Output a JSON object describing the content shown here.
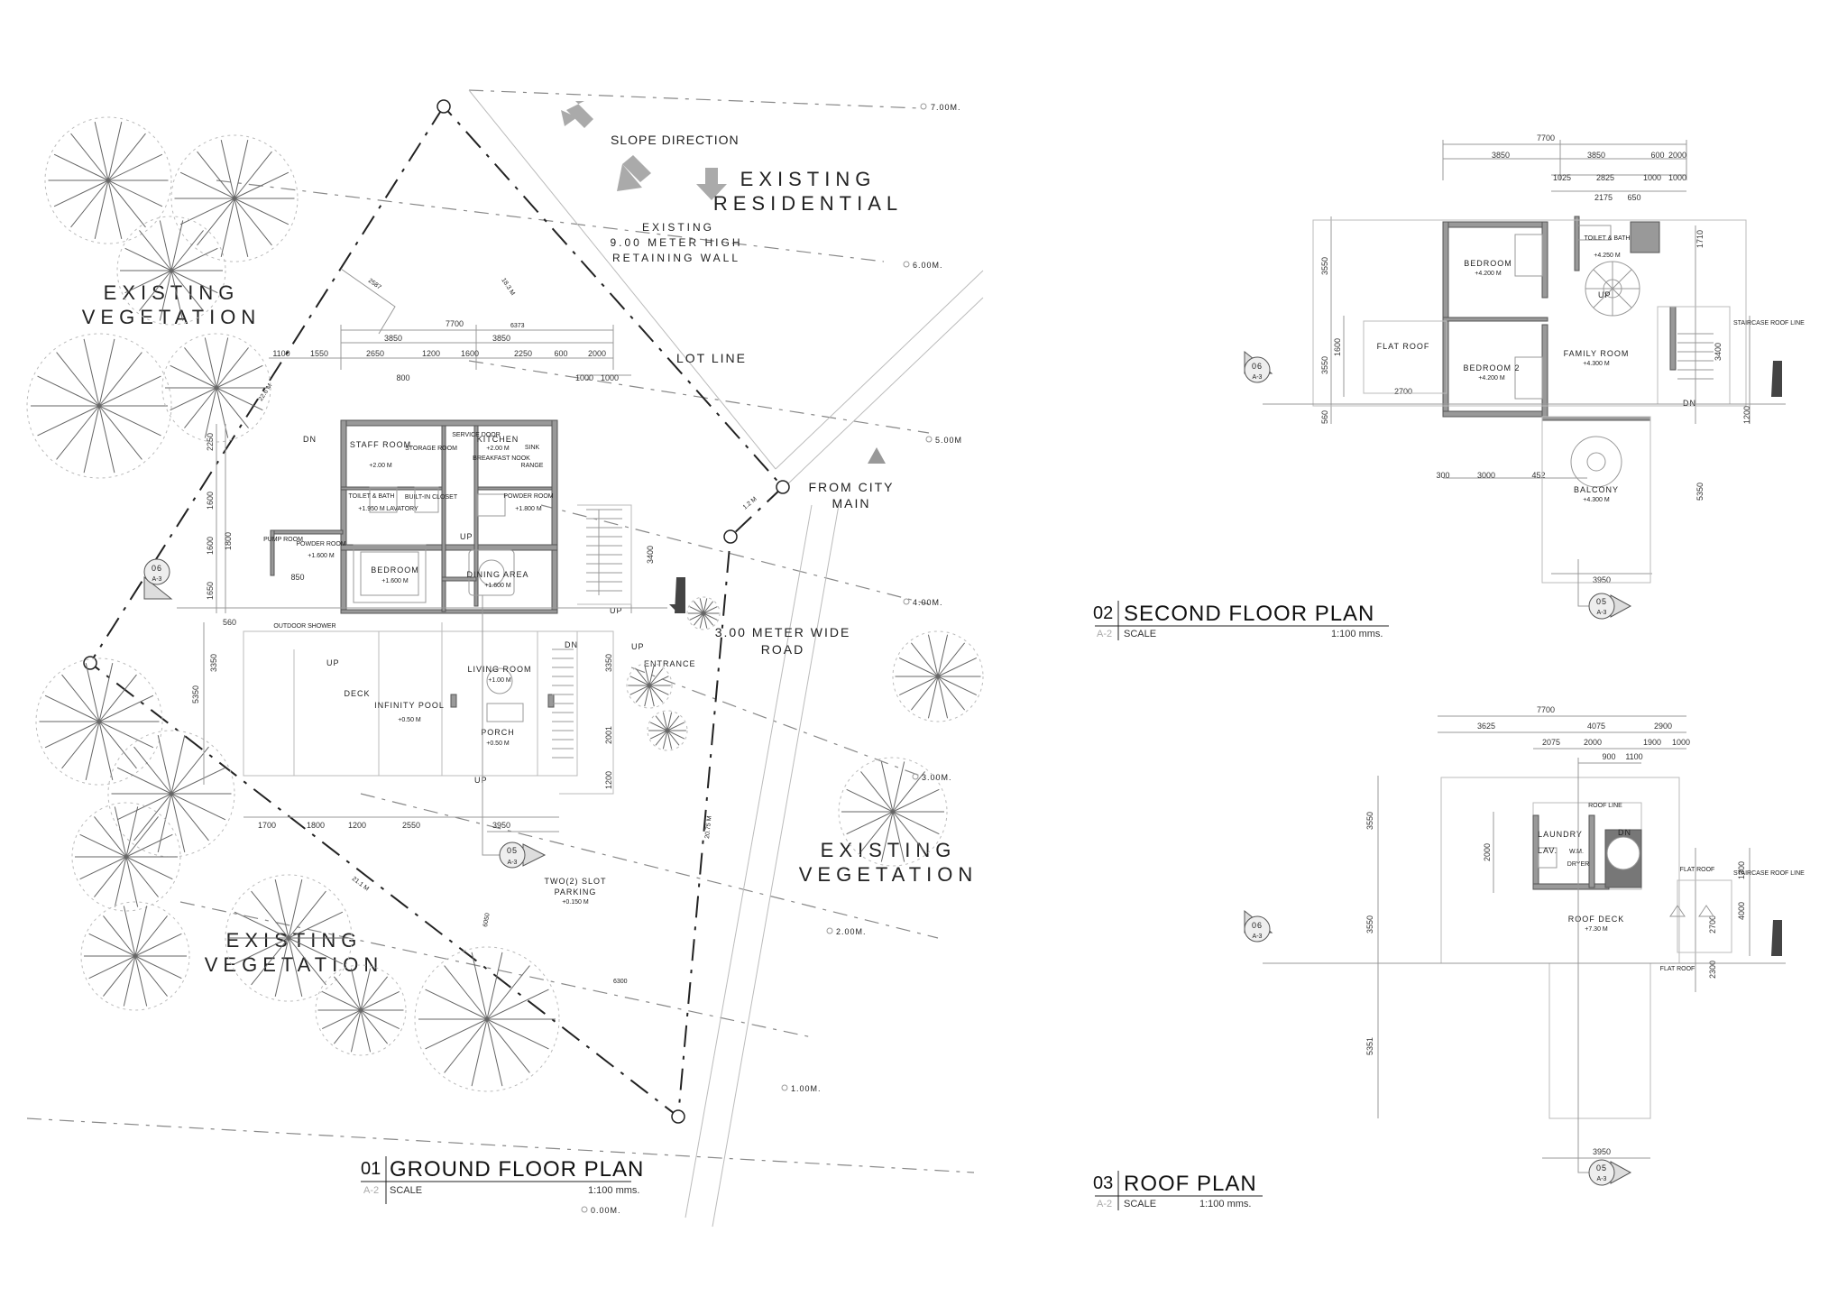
{
  "site": {
    "slope_direction": "SLOPE DIRECTION",
    "existing_residential": [
      "EXISTING",
      "RESIDENTIAL"
    ],
    "retaining_wall": [
      "EXISTING",
      "9.00 METER HIGH",
      "RETAINING WALL"
    ],
    "existing_vegetation_top": [
      "EXISTING",
      "VEGETATION"
    ],
    "existing_vegetation_bottom": [
      "EXISTING",
      "VEGETATION"
    ],
    "existing_vegetation_right": [
      "EXISTING",
      "VEGETATION"
    ],
    "lot_line": "LOT LINE",
    "from_city_main": [
      "FROM CITY",
      "MAIN"
    ],
    "road": [
      "3.00 METER WIDE",
      "ROAD"
    ],
    "entrance": "ENTRANCE",
    "parking": [
      "TWO(2) SLOT",
      "PARKING"
    ],
    "parking_level": "+0.150 M",
    "lot_dims": [
      "2587",
      "18.3 M",
      "22.6 M",
      "1.2 M",
      "20.75 M",
      "21.1 M",
      "6300",
      "6050",
      "6373"
    ],
    "contours": [
      "7.00M.",
      "6.00M.",
      "5.00M",
      "4.00M.",
      "3.00M.",
      "2.00M.",
      "1.00M.",
      "0.00M."
    ]
  },
  "ground_floor": {
    "number": "01",
    "title": "GROUND FLOOR PLAN",
    "sheet": "A-2",
    "scale_label": "SCALE",
    "scale_value": "1:100 mms.",
    "rooms": [
      {
        "name": "STAFF ROOM",
        "level": "+2.00 M"
      },
      {
        "name": "KITCHEN",
        "level": "+2.00 M"
      },
      {
        "name": "TOILET & BATH",
        "level": "+1.950 M"
      },
      {
        "name": "POWDER ROOM",
        "level": "+1.800 M"
      },
      {
        "name": "PUMP ROOM",
        "level": ""
      },
      {
        "name": "POWDER ROOM",
        "level": "+1.600 M"
      },
      {
        "name": "BEDROOM",
        "level": "+1.600 M"
      },
      {
        "name": "DINING AREA",
        "level": "+1.600 M"
      },
      {
        "name": "LIVING ROOM",
        "level": "+1.00 M"
      },
      {
        "name": "INFINITY POOL",
        "level": "+0.50 M"
      },
      {
        "name": "PORCH",
        "level": "+0.50 M"
      },
      {
        "name": "DECK",
        "level": ""
      },
      {
        "name": "OUTDOOR SHOWER",
        "level": ""
      },
      {
        "name": "SERVICE DOOR",
        "level": ""
      },
      {
        "name": "STORAGE ROOM",
        "level": ""
      },
      {
        "name": "BREAKFAST NOOK",
        "level": ""
      },
      {
        "name": "BUILT-IN CLOSET",
        "level": ""
      },
      {
        "name": "LAVATORY",
        "level": ""
      },
      {
        "name": "SINK",
        "level": ""
      },
      {
        "name": "RANGE",
        "level": ""
      }
    ],
    "top_dims": [
      "7700",
      "3850",
      "3850",
      "1100",
      "1550",
      "2650",
      "1200",
      "1600",
      "2250",
      "600",
      "2000",
      "800",
      "1000",
      "1000"
    ],
    "bottom_dims": [
      "1700",
      "1800",
      "1200",
      "2550",
      "3950"
    ],
    "left_dims": [
      "2250",
      "1600",
      "1600",
      "1800",
      "1650",
      "560",
      "3350",
      "5350",
      "850"
    ],
    "right_dims": [
      "3400",
      "3350",
      "2001",
      "1200"
    ],
    "stair_labels": [
      "DN",
      "UP",
      "UP",
      "UP",
      "DN",
      "UP",
      "UP"
    ],
    "section_a": "06",
    "section_a_sheet": "A-3",
    "section_b": "05",
    "section_b_sheet": "A-3"
  },
  "second_floor": {
    "number": "02",
    "title": "SECOND FLOOR PLAN",
    "sheet": "A-2",
    "scale_label": "SCALE",
    "scale_value": "1:100 mms.",
    "rooms": [
      {
        "name": "BEDROOM",
        "level": "+4.200 M"
      },
      {
        "name": "TOILET & BATH",
        "level": "+4.250 M"
      },
      {
        "name": "FLAT ROOF",
        "level": ""
      },
      {
        "name": "BEDROOM 2",
        "level": "+4.200 M"
      },
      {
        "name": "FAMILY ROOM",
        "level": "+4.300 M"
      },
      {
        "name": "BALCONY",
        "level": "+4.300 M"
      },
      {
        "name": "STAIRCASE ROOF LINE",
        "level": ""
      }
    ],
    "top_dims": [
      "7700",
      "3850",
      "3850",
      "600",
      "2000",
      "1025",
      "2825",
      "1000",
      "1000",
      "2175",
      "650"
    ],
    "bottom_dims": [
      "300",
      "3000",
      "452",
      "3950",
      "2700"
    ],
    "left_dims": [
      "3550",
      "3550",
      "1600",
      "560"
    ],
    "right_dims": [
      "1710",
      "3400",
      "1200",
      "5350"
    ],
    "stair_labels": [
      "UP",
      "DN"
    ],
    "section_a": "06",
    "section_a_sheet": "A-3",
    "section_b": "05",
    "section_b_sheet": "A-3"
  },
  "roof": {
    "number": "03",
    "title": "ROOF PLAN",
    "sheet": "A-2",
    "scale_label": "SCALE",
    "scale_value": "1:100 mms.",
    "rooms": [
      {
        "name": "LAUNDRY",
        "level": ""
      },
      {
        "name": "LAV.",
        "level": ""
      },
      {
        "name": "W.M.",
        "level": ""
      },
      {
        "name": "DRYER",
        "level": ""
      },
      {
        "name": "ROOF DECK",
        "level": "+7.30 M"
      },
      {
        "name": "ROOF LINE",
        "level": ""
      },
      {
        "name": "FLAT ROOF",
        "level": ""
      },
      {
        "name": "STAIRCASE ROOF LINE",
        "level": ""
      },
      {
        "name": "FLAT ROOF",
        "level": ""
      }
    ],
    "top_dims": [
      "7700",
      "3625",
      "4075",
      "2900",
      "2075",
      "2000",
      "1900",
      "1000",
      "900",
      "1100"
    ],
    "bottom_dims": [
      "3950"
    ],
    "left_dims": [
      "3550",
      "2000",
      "3550",
      "5351"
    ],
    "right_dims": [
      "1300",
      "2700",
      "4000",
      "2300"
    ],
    "stair_labels": [
      "DN"
    ],
    "section_a": "06",
    "section_a_sheet": "A-3",
    "section_b": "05",
    "section_b_sheet": "A-3"
  },
  "colors": {
    "ink": "#222222",
    "wall": "#999999",
    "arrow": "#aaaaaa",
    "tree": "#666666"
  }
}
